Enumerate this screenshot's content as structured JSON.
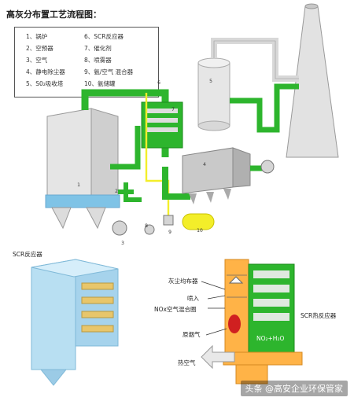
{
  "title": "高灰分布置工艺流程图：",
  "legend": [
    "1、锅炉",
    "2、空预器",
    "3、空气",
    "4、静电除尘器",
    "5、S0₂吸收塔",
    "6、SCR反应器",
    "7、催化剂",
    "8、喷雾器",
    "9、氨/空气 混合器",
    "10、氨储罐"
  ],
  "markers": [
    "1",
    "2",
    "3",
    "4",
    "5",
    "6",
    "7",
    "8",
    "9",
    "10"
  ],
  "lower_left_caption": "SCR反应器",
  "right_labels": {
    "ash_distributor": "灰尘均布器",
    "injection": "喷入",
    "nox_mixer": "NOx空气混合圈",
    "raw_flue_gas": "原烟气",
    "reactor": "SCR热反应器",
    "outlet": "NO₂+H₂O",
    "hot_air": "热空气"
  },
  "watermark": "头条 @高安企业环保管家",
  "colors": {
    "green": "#2db52d",
    "gray": "#d4d4d4",
    "blue": "#7fc3e6",
    "yellow": "#f3ee2a",
    "orange": "#ffb347",
    "red": "#d02020"
  }
}
